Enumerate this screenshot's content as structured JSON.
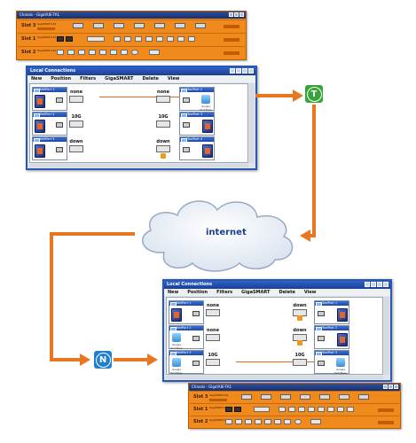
{
  "top_chassis": {
    "title": "Chassis - GigaVUE-TA1",
    "slots": [
      {
        "label": "Slot 3",
        "mini": "GigaPORT-X16"
      },
      {
        "label": "Slot 1",
        "mini": "GigaPORT-X24"
      },
      {
        "label": "Slot 2",
        "mini": "GigaPORT-X24"
      }
    ]
  },
  "bottom_chassis": {
    "title": "Chassis - GigaVUE-TA1",
    "slots": [
      {
        "label": "Slot 3",
        "mini": "GigaPORT-X16"
      },
      {
        "label": "Slot 1",
        "mini": "GigaPORT-X24"
      },
      {
        "label": "Slot 2",
        "mini": "GigaPORT-X24"
      }
    ]
  },
  "top_window": {
    "title": "Local Connections",
    "menu": [
      "New",
      "Position",
      "Filters",
      "GigaSMART",
      "Delete",
      "View"
    ],
    "left_ports": [
      "NetPort 1",
      "NetPort 4",
      "NetPort 5"
    ],
    "right_ports": [
      "ToolPort 2",
      "ToolPort 3",
      "ToolPort 4"
    ],
    "left_speeds": [
      "none",
      "10G",
      "down"
    ],
    "right_speeds": [
      "none",
      "10G",
      "down"
    ],
    "right_tool_label": "Google Port Base"
  },
  "bottom_window": {
    "title": "Local Connections",
    "menu": [
      "New",
      "Position",
      "Filters",
      "GigaSMART",
      "Delete",
      "View"
    ],
    "left_ports": [
      "NetPort 1",
      "NetPort 2",
      "NetPort 3"
    ],
    "right_ports": [
      "ToolPort 1",
      "ToolPort 2",
      "ToolPort 3"
    ],
    "left_speeds": [
      "none",
      "none",
      "10G"
    ],
    "right_speeds": [
      "down",
      "down",
      "10G"
    ],
    "left_tool_label": "Google Port Base",
    "right_tool_label": "Google Port Base"
  },
  "badges": {
    "top": "T",
    "bottom": "N"
  },
  "cloud": {
    "label": "internet"
  },
  "colors": {
    "arrow": "#e87722",
    "badge_top": "#3aa23a",
    "badge_bottom": "#1f7fd1",
    "chassis": "#f08a1c"
  }
}
